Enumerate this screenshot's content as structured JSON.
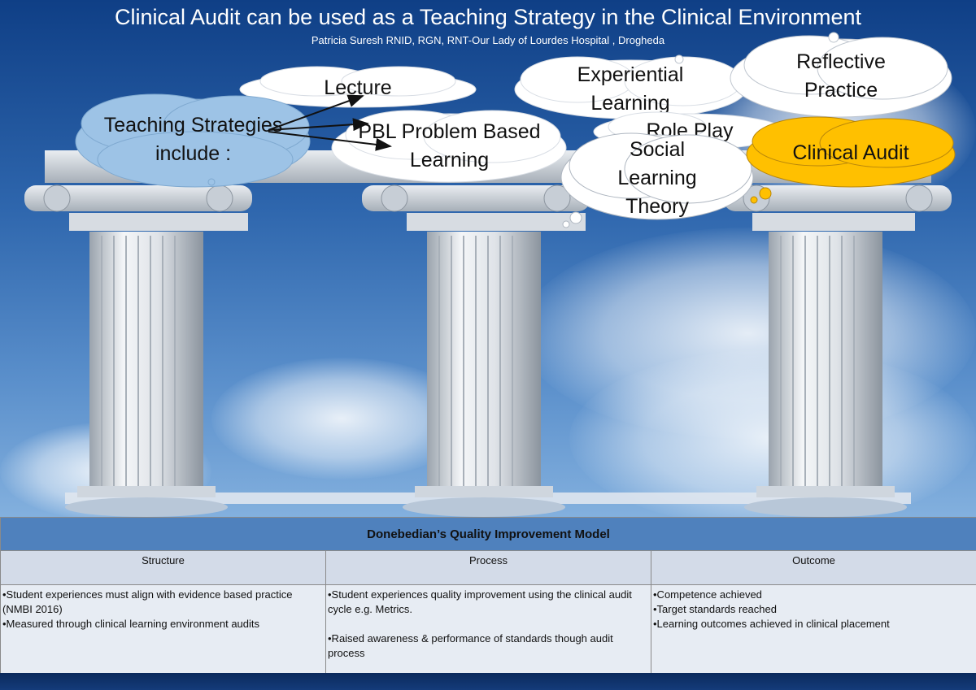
{
  "title": "Clinical Audit can be used as a Teaching Strategy  in the Clinical Environment",
  "subtitle": "Patricia Suresh RNID, RGN, RNT-Our Lady of Lourdes Hospital , Drogheda",
  "clouds": {
    "teaching": [
      "Teaching Strategies",
      "include :"
    ],
    "lecture": [
      "Lecture"
    ],
    "experiential": [
      "Experiential",
      "Learning"
    ],
    "reflective": [
      "Reflective",
      "Practice"
    ],
    "pbl": [
      "PBL Problem Based",
      "Learning"
    ],
    "roleplay": [
      "Role Play"
    ],
    "social": [
      "Social",
      "Learning",
      "Theory"
    ],
    "audit": [
      "Clinical Audit"
    ]
  },
  "colors": {
    "teaching_cloud": "#9dc3e6",
    "white_cloud": "#ffffff",
    "audit_cloud": "#ffc000",
    "table_header": "#4f81bd"
  },
  "table": {
    "title": "Donebedian’s Quality Improvement Model",
    "columns": [
      "Structure",
      "Process",
      "Outcome"
    ],
    "structure": [
      "•Student experiences must align with evidence based practice (NMBI 2016)",
      "•Measured through clinical learning environment audits"
    ],
    "process": [
      "•Student experiences quality improvement using the clinical audit cycle e.g. Metrics.",
      "•Raised awareness & performance of standards though audit process"
    ],
    "outcome": [
      "•Competence achieved",
      "•Target standards reached",
      "•Learning outcomes achieved in clinical placement"
    ]
  }
}
